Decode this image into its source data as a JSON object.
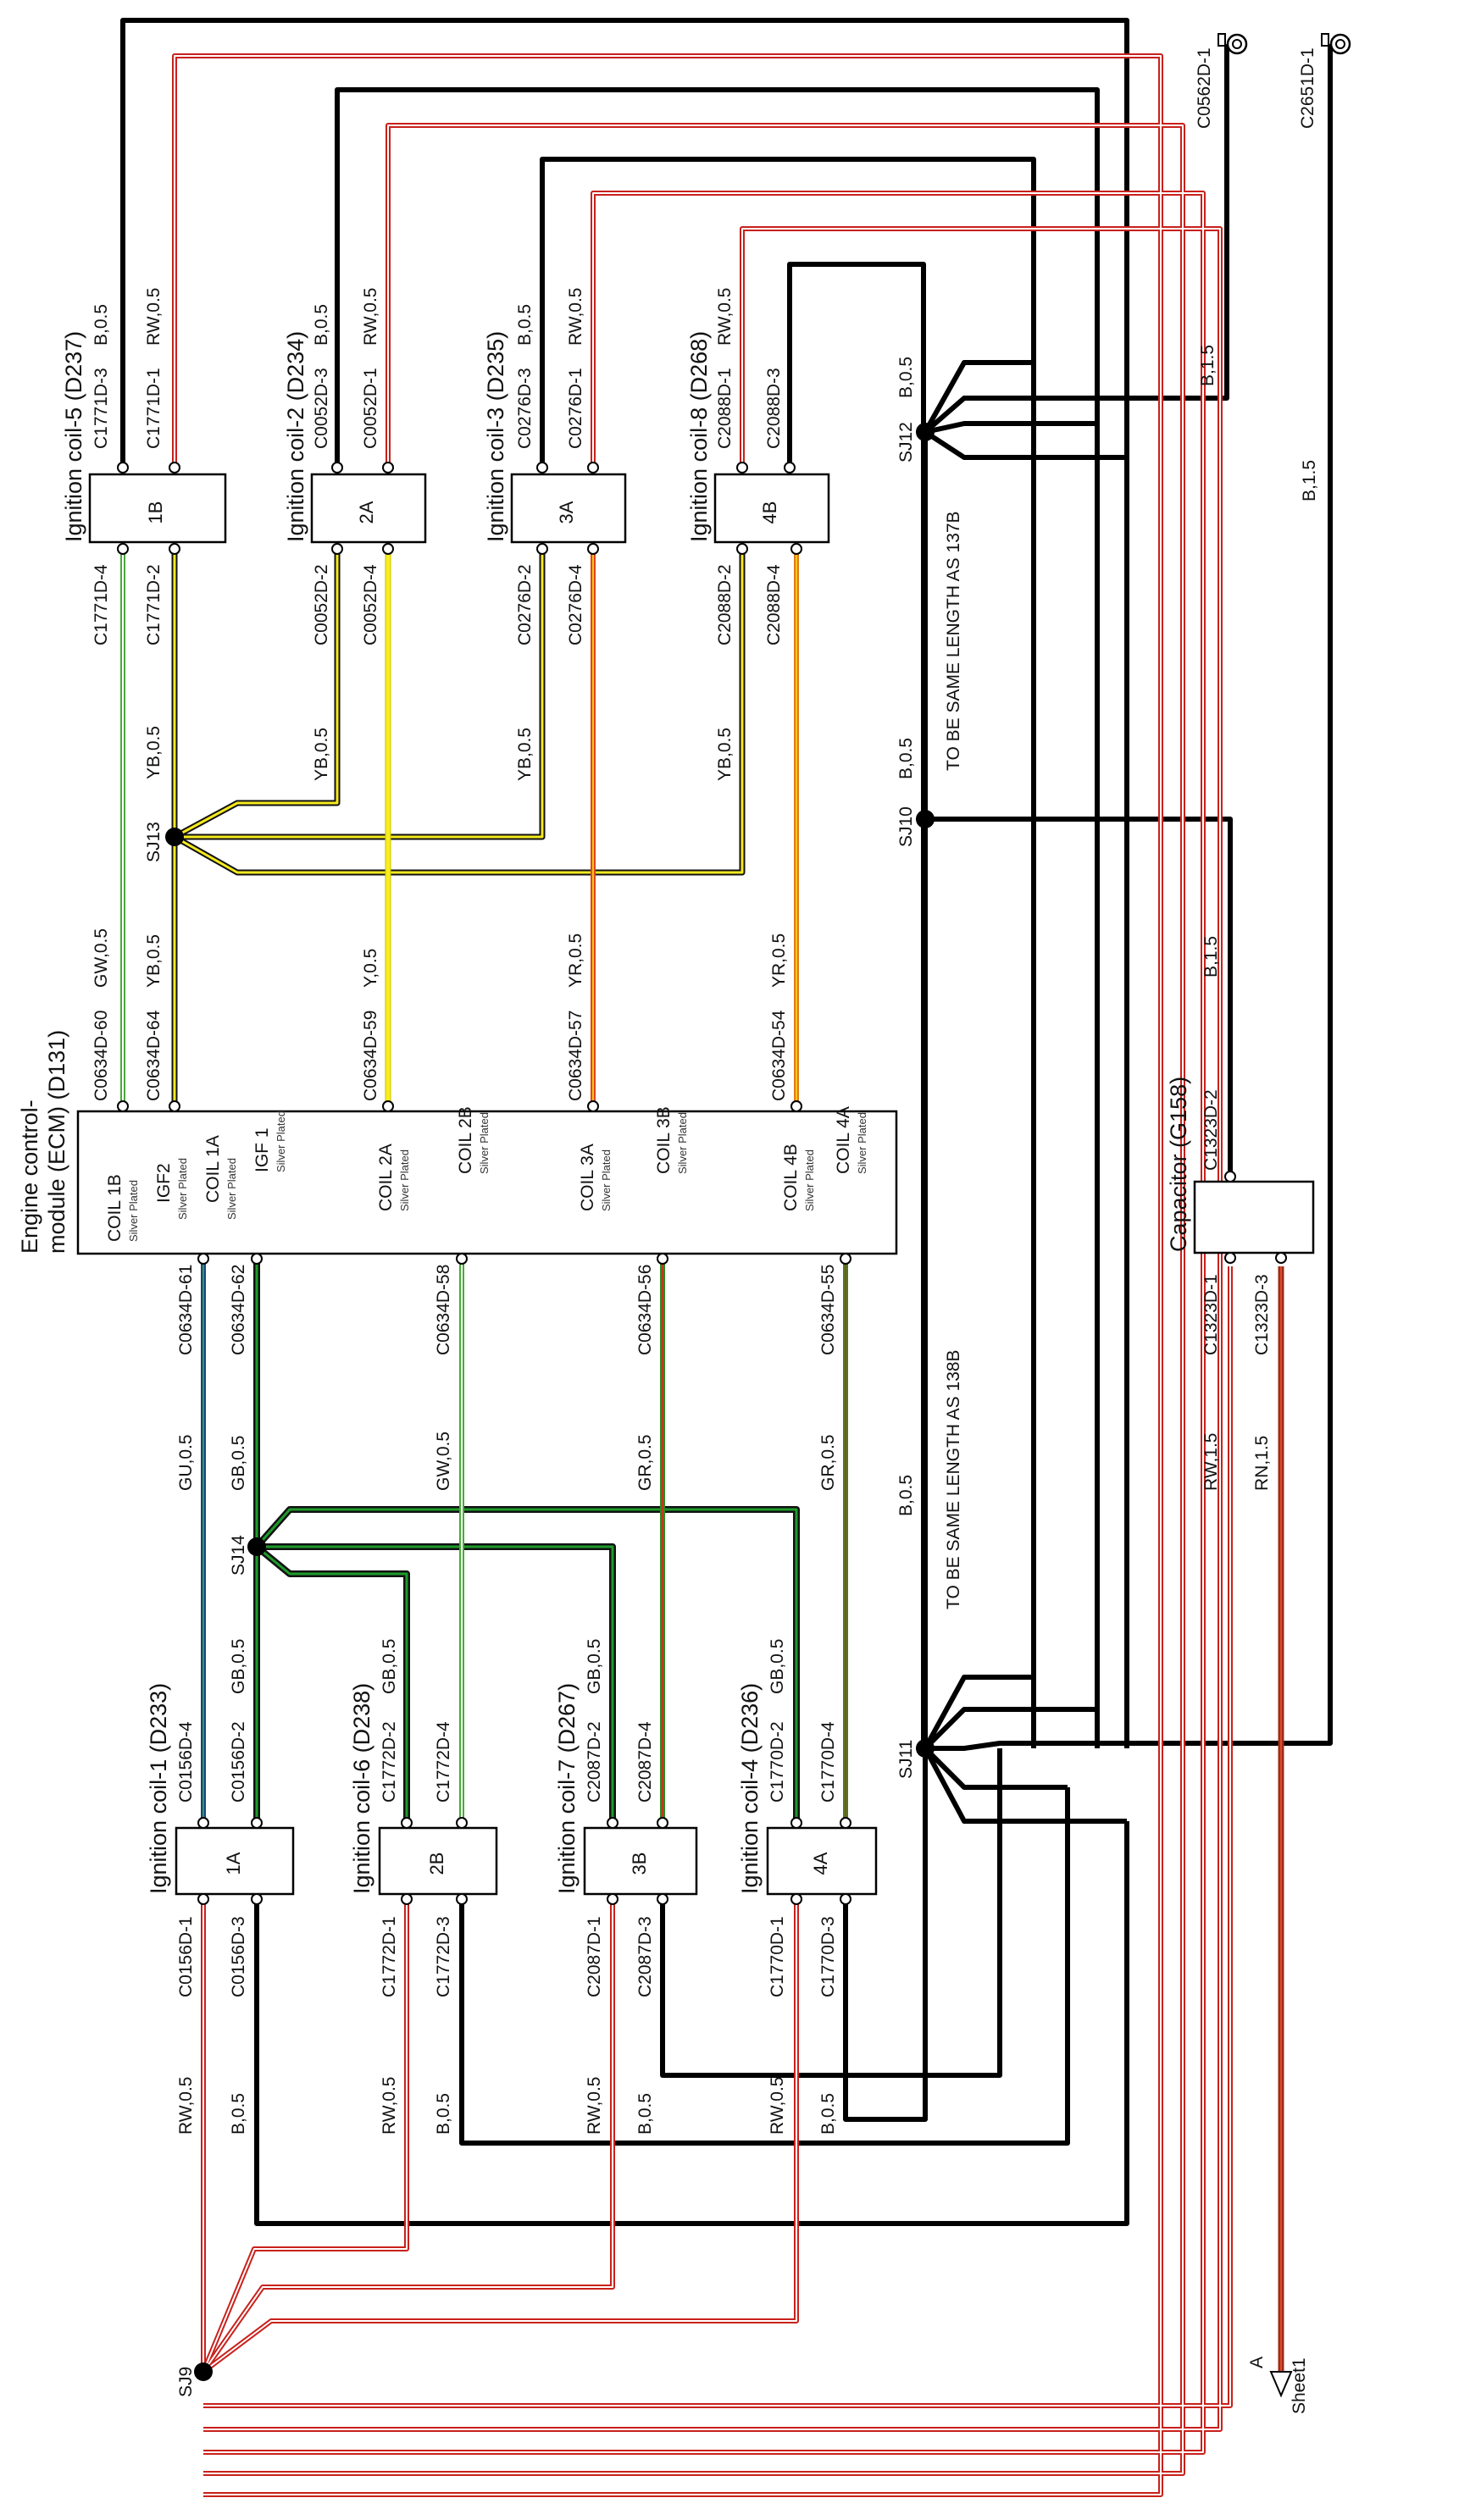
{
  "colors": {
    "B": "#000000",
    "RW_outer": "#c8211c",
    "RW_inner": "#ffffff",
    "YB_outer": "#111111",
    "YB_inner": "#f5ea1e",
    "GB_outer": "#111111",
    "GB_inner": "#1d9b2a",
    "GW_outer": "#4aa83c",
    "GW_inner": "#ffffff",
    "Y": "#f7ee1f",
    "YR_outer": "#e0461a",
    "YR_inner": "#f5c51c",
    "GU_outer": "#1a3f9a",
    "GU_inner": "#33a02c",
    "GR_outer": "#2f8a22",
    "GR_inner": "#c0371f",
    "RN": "#9b2d18"
  },
  "modules": {
    "ecm": {
      "title_line1": "Engine control-",
      "title_line2": "module (ECM) (D131)",
      "pins": [
        {
          "name": "COIL 1B",
          "sub": "Silver Plated"
        },
        {
          "name": "IGF2",
          "sub": "Silver Plated"
        },
        {
          "name": "COIL 1A",
          "sub": "Silver Plated"
        },
        {
          "name": "IGF 1",
          "sub": "Silver Plated"
        },
        {
          "name": "COIL 2A",
          "sub": "Silver Plated"
        },
        {
          "name": "COIL 2B",
          "sub": "Silver Plated"
        },
        {
          "name": "COIL 3A",
          "sub": "Silver Plated"
        },
        {
          "name": "COIL 3B",
          "sub": "Silver Plated"
        },
        {
          "name": "COIL 4B",
          "sub": "Silver Plated"
        },
        {
          "name": "COIL 4A",
          "sub": "Silver Plated"
        }
      ]
    },
    "capacitor": {
      "title": "Capacitor (G158)",
      "pin_top": "C1323D-2",
      "pin_b1": "C1323D-1",
      "pin_b2": "C1323D-3"
    },
    "top_coils": [
      {
        "title": "Ignition coil-5 (D237)",
        "box": "1B",
        "pin1": "C1771D-3",
        "wire1": "B,0.5",
        "pin2": "C1771D-1",
        "wire2": "RW,0.5",
        "pin3": "C1771D-4",
        "pin4": "C1771D-2"
      },
      {
        "title": "Ignition coil-2 (D234)",
        "box": "2A",
        "pin1": "C0052D-3",
        "wire1": "B,0.5",
        "pin2": "C0052D-1",
        "wire2": "RW,0.5",
        "pin3": "C0052D-2",
        "pin4": "C0052D-4"
      },
      {
        "title": "Ignition coil-3 (D235)",
        "box": "3A",
        "pin1": "C0276D-3",
        "wire1": "B,0.5",
        "pin2": "C0276D-1",
        "wire2": "RW,0.5",
        "pin3": "C0276D-2",
        "pin4": "C0276D-4"
      },
      {
        "title": "Ignition coil-8 (D268)",
        "box": "4B",
        "pin1": "C2088D-1",
        "wire1": "RW,0.5",
        "pin2": "C2088D-3",
        "wire2": "",
        "pin3": "C2088D-2",
        "pin4": "C2088D-4"
      }
    ],
    "bottom_coils": [
      {
        "title": "Ignition coil-1 (D233)",
        "box": "1A",
        "pinA": "C0156D-4",
        "pinB": "C0156D-2",
        "wireB": "GB,0.5",
        "pin1": "C0156D-1",
        "pin3": "C0156D-3"
      },
      {
        "title": "Ignition coil-6 (D238)",
        "box": "2B",
        "pinA": "C1772D-2",
        "wireA": "GB,0.5",
        "pinB": "C1772D-4",
        "pin1": "C1772D-1",
        "pin3": "C1772D-3"
      },
      {
        "title": "Ignition coil-7 (D267)",
        "box": "3B",
        "pinA": "C2087D-2",
        "wireA": "GB,0.5",
        "pinB": "C2087D-4",
        "pin1": "C2087D-1",
        "pin3": "C2087D-3"
      },
      {
        "title": "Ignition coil-4 (D236)",
        "box": "4A",
        "pinA": "C1770D-2",
        "wireA": "GB,0.5",
        "pinB": "C1770D-4",
        "pin1": "C1770D-1",
        "pin3": "C1770D-3"
      }
    ]
  },
  "ecm_pins_top": [
    {
      "pin": "C0634D-60",
      "wire": "GW,0.5"
    },
    {
      "pin": "C0634D-64",
      "wire": "YB,0.5"
    },
    {
      "pin": "C0634D-59",
      "wire": "Y,0.5"
    },
    {
      "pin": "C0634D-57",
      "wire": "YR,0.5"
    },
    {
      "pin": "C0634D-54",
      "wire": "YR,0.5"
    }
  ],
  "ecm_pins_bottom": [
    {
      "pin": "C0634D-61",
      "wire": "GU,0.5"
    },
    {
      "pin": "C0634D-62",
      "wire": "GB,0.5"
    },
    {
      "pin": "C0634D-58",
      "wire": "GW,0.5"
    },
    {
      "pin": "C0634D-56",
      "wire": "GR,0.5"
    },
    {
      "pin": "C0634D-55",
      "wire": "GR,0.5"
    }
  ],
  "splices": {
    "sj13": "SJ13",
    "sj14": "SJ14",
    "sj12": "SJ12",
    "sj10": "SJ10",
    "sj11": "SJ11",
    "sj9": "SJ9"
  },
  "wire_labels": {
    "yb_coil2": "YB,0.5",
    "yb_coil3": "YB,0.5",
    "yb_coil8": "YB,0.5",
    "yb_coil5": "YB,0.5",
    "b_sj12": "B,0.5",
    "b_sj10": "B,0.5",
    "b_sj11": "B,0.5",
    "same137": "TO BE SAME LENGTH AS 137B",
    "same138": "TO BE SAME LENGTH AS 138B",
    "b15_a": "B,1.5",
    "b15_b": "B,1.5",
    "b15_cap": "B,1.5",
    "rw15": "RW,1.5",
    "rn15": "RN,1.5",
    "gu": "GU,0.5",
    "gb": "GB,0.5",
    "gw": "GW,0.5",
    "gr1": "GR,0.5",
    "gr2": "GR,0.5",
    "rw_c1": "RW,0.5",
    "b_c1": "B,0.5",
    "rw_c6": "RW,0.5",
    "b_c6": "B,0.5",
    "rw_c7": "RW,0.5",
    "b_c7": "B,0.5",
    "rw_c4": "RW,0.5",
    "b_c4": "B,0.5"
  },
  "grounds": {
    "g1": "C0562D-1",
    "g2": "C2651D-1"
  },
  "sheet_ref": {
    "letter": "A",
    "sheet": "Sheet1"
  }
}
